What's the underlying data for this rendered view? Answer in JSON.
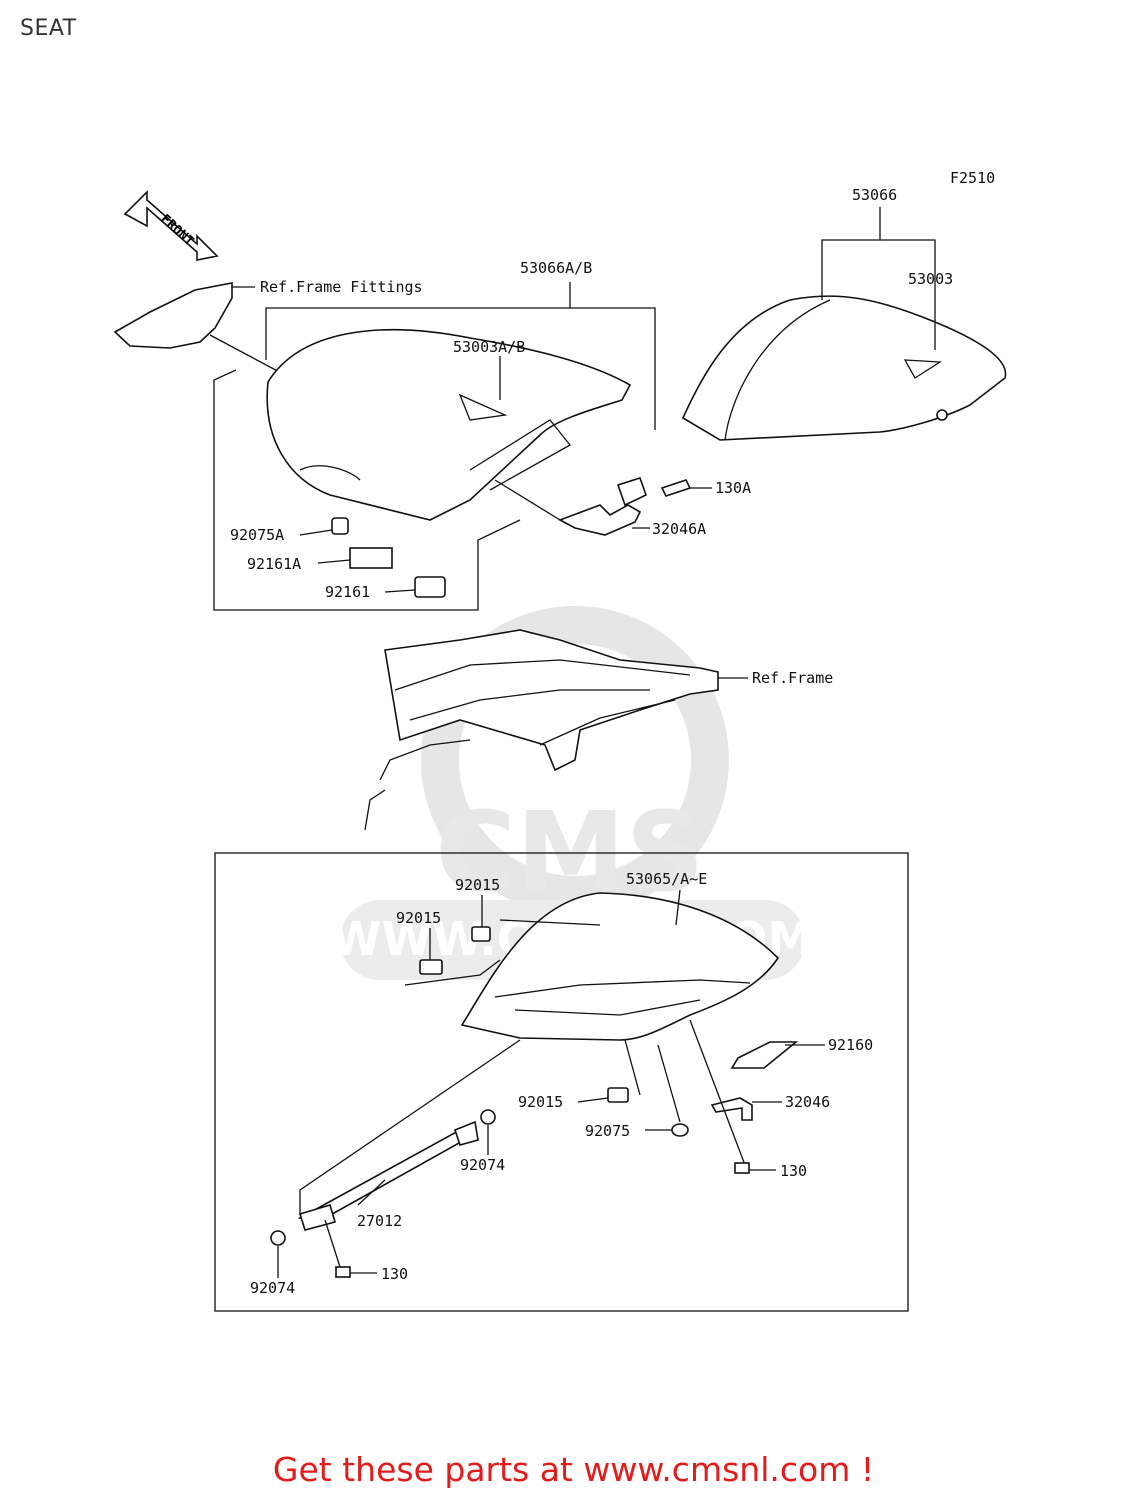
{
  "title": "SEAT",
  "figure_code": "F2510",
  "front_label": "FRONT",
  "watermark": {
    "brand": "CMS",
    "url": "WWW.CMSNL.COM"
  },
  "labels": {
    "ref_frame_fittings": "Ref.Frame Fittings",
    "ref_frame": "Ref.Frame",
    "p53066": "53066",
    "p53003": "53003",
    "p53066ab": "53066A/B",
    "p53003ab": "53003A/B",
    "p130a": "130A",
    "p32046a": "32046A",
    "p92075a": "92075A",
    "p92161a": "92161A",
    "p92161": "92161",
    "p92015_1": "92015",
    "p92015_2": "92015",
    "p53065": "53065/A~E",
    "p92160": "92160",
    "p92015_3": "92015",
    "p32046": "32046",
    "p92075": "92075",
    "p92074_1": "92074",
    "p130_1": "130",
    "p27012": "27012",
    "p92074_2": "92074",
    "p130_2": "130"
  },
  "footer_text": "Get these parts at www.cmsnl.com !"
}
